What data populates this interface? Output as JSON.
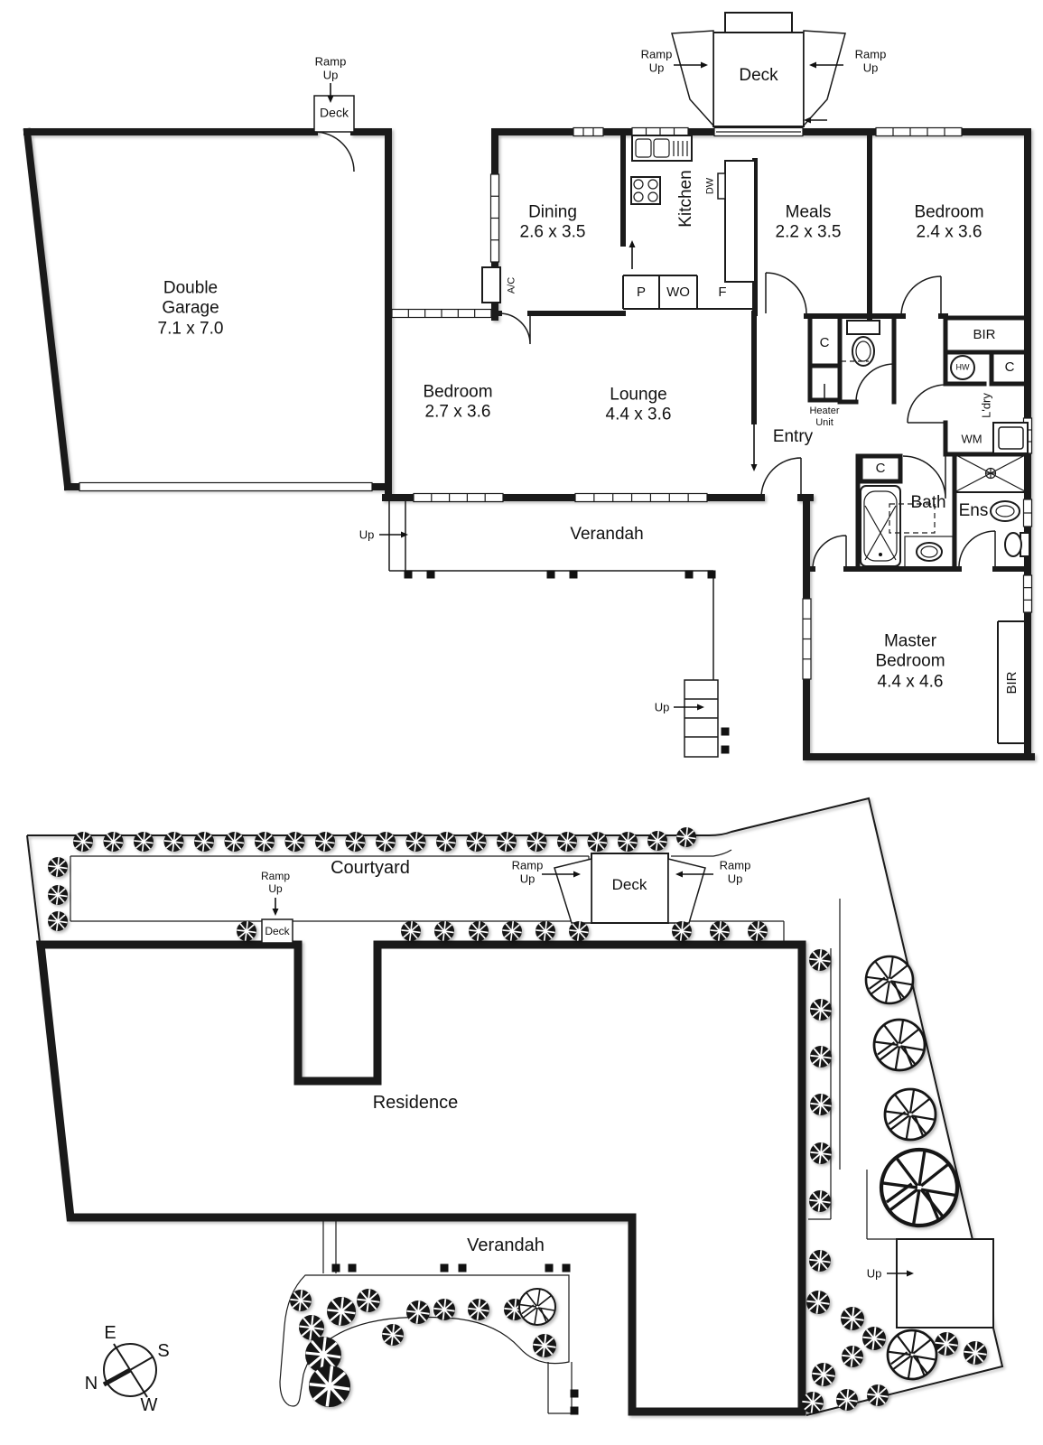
{
  "floor_plan": {
    "garage": {
      "name": "Double Garage",
      "dims": "7.1 x 7.0"
    },
    "dining": {
      "name": "Dining",
      "dims": "2.6 x 3.5"
    },
    "kitchen": {
      "name": "Kitchen"
    },
    "meals": {
      "name": "Meals",
      "dims": "2.2 x 3.5"
    },
    "bedroom_ne": {
      "name": "Bedroom",
      "dims": "2.4 x 3.6"
    },
    "bedroom_w": {
      "name": "Bedroom",
      "dims": "2.7 x 3.6"
    },
    "lounge": {
      "name": "Lounge",
      "dims": "4.4 x 3.6"
    },
    "master": {
      "name": "Master Bedroom",
      "dims": "4.4 x 4.6"
    },
    "entry": "Entry",
    "bath": "Bath",
    "ens": "Ens",
    "laundry": "L'dry",
    "verandah": "Verandah",
    "heater_line1": "Heater",
    "heater_line2": "Unit"
  },
  "fixtures": {
    "pantry": "P",
    "wall_oven": "WO",
    "fridge": "F",
    "dishwasher": "DW",
    "washing_machine": "WM",
    "hot_water": "HW",
    "cupboard": "C",
    "air_conditioner": "A/C",
    "built_in_robe": "BIR"
  },
  "annotations": {
    "ramp": "Ramp",
    "up": "Up",
    "deck": "Deck"
  },
  "site_plan": {
    "courtyard": "Courtyard",
    "residence": "Residence",
    "verandah": "Verandah",
    "deck": "Deck"
  },
  "compass": {
    "north": "N",
    "south": "S",
    "east": "E",
    "west": "W"
  },
  "colors": {
    "wall": "#1a1a1a",
    "background": "#ffffff"
  }
}
